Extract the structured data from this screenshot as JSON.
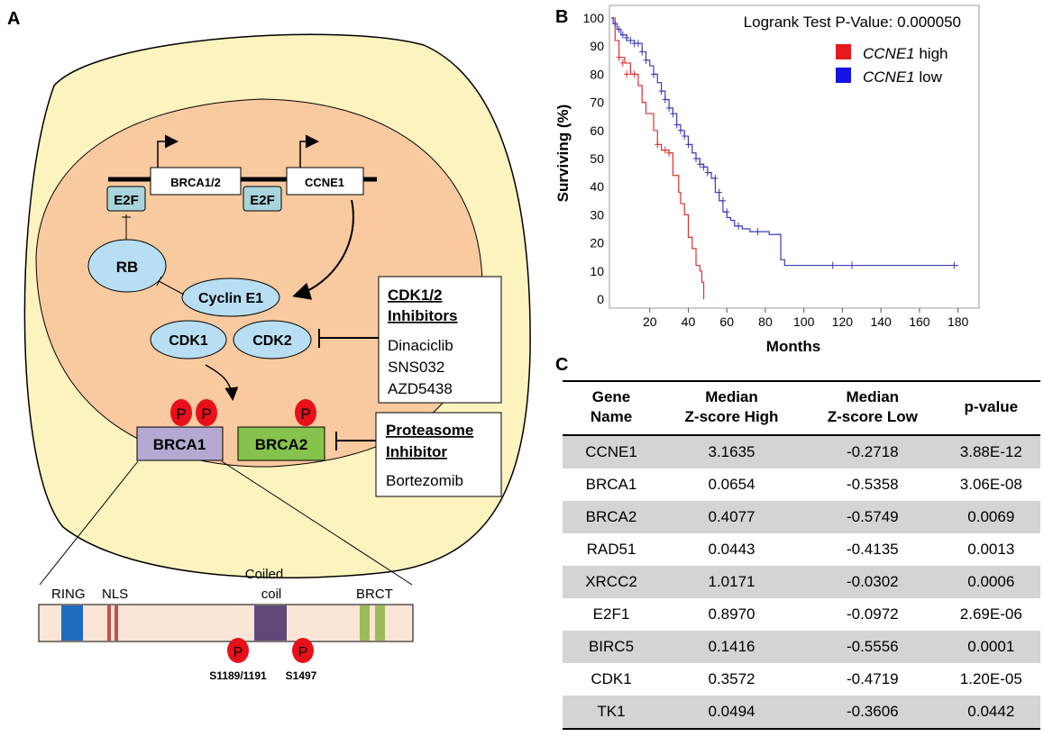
{
  "panels": {
    "a": "A",
    "b": "B",
    "c": "C"
  },
  "diagram": {
    "genes": {
      "brca12": "BRCA1/2",
      "ccne1": "CCNE1",
      "e2f_1": "E2F",
      "e2f_2": "E2F"
    },
    "proteins": {
      "rb": "RB",
      "cyclin_e1": "Cyclin E1",
      "cdk1": "CDK1",
      "cdk2": "CDK2",
      "brca1": "BRCA1",
      "brca2": "BRCA2"
    },
    "phospho": "P",
    "cdk_inhibitors": {
      "title_line1": "CDK1/2",
      "title_line2": "Inhibitors",
      "drugs": [
        "Dinaciclib",
        "SNS032",
        "AZD5438"
      ]
    },
    "proteasome_inhibitor": {
      "title_line1": "Proteasome",
      "title_line2": "Inhibitor",
      "drug": "Bortezomib"
    },
    "domains": {
      "ring": "RING",
      "nls": "NLS",
      "coiled_line1": "Coiled",
      "coiled_line2": "coil",
      "brct": "BRCT"
    },
    "sites": {
      "site1": "S1189/1191",
      "site2": "S1497"
    },
    "colors": {
      "cell": "#fdf3bf",
      "nucleus": "#f9c9a0",
      "brca1": "#b5a8d2",
      "brca2": "#86c34d",
      "protein": "#b7def2",
      "e2f": "#a8d4dc",
      "phospho": "#e8101a",
      "ring": "#1f6bbf",
      "nls": "#c0504d",
      "coiled": "#60497a",
      "brct": "#9bbb59",
      "bar": "#fbe5d6"
    }
  },
  "chart_data": {
    "type": "line",
    "title": "Logrank Test P-Value: 0.000050",
    "xlabel": "Months",
    "ylabel": "Surviving (%)",
    "xlim": [
      0,
      190
    ],
    "ylim": [
      0,
      100
    ],
    "xticks": [
      20,
      40,
      60,
      80,
      100,
      120,
      140,
      160,
      180
    ],
    "yticks": [
      0,
      10,
      20,
      30,
      40,
      50,
      60,
      70,
      80,
      90,
      100
    ],
    "legend_position": "top-right",
    "series": [
      {
        "name": "CCNE1 high",
        "color": "#e03030",
        "legend_italic": "CCNE1",
        "legend_suffix": " high",
        "x": [
          0,
          2,
          4,
          7,
          10,
          14,
          16,
          18,
          22,
          24,
          26,
          30,
          32,
          35,
          36,
          38,
          40,
          42,
          44,
          46,
          47,
          48
        ],
        "y": [
          100,
          92,
          86,
          84,
          80,
          76,
          70,
          66,
          60,
          55,
          53,
          52,
          44,
          38,
          34,
          30,
          22,
          18,
          12,
          10,
          6,
          0
        ],
        "censor_x": [
          4,
          6,
          8,
          12,
          24,
          28,
          30
        ],
        "censor_y": [
          86,
          84,
          80,
          80,
          55,
          53,
          52
        ]
      },
      {
        "name": "CCNE1 low",
        "color": "#3a3ab8",
        "legend_italic": "CCNE1",
        "legend_suffix": " low",
        "x": [
          0,
          1,
          3,
          5,
          8,
          12,
          16,
          18,
          20,
          22,
          24,
          26,
          28,
          30,
          32,
          34,
          36,
          38,
          40,
          42,
          44,
          46,
          48,
          50,
          52,
          54,
          56,
          58,
          60,
          62,
          64,
          68,
          72,
          76,
          82,
          88,
          90,
          110,
          130,
          150,
          180
        ],
        "y": [
          100,
          98,
          96,
          94,
          92,
          91,
          88,
          85,
          83,
          80,
          77,
          74,
          71,
          68,
          66,
          62,
          60,
          58,
          55,
          52,
          50,
          48,
          47,
          45,
          43,
          38,
          35,
          31,
          29,
          28,
          26,
          25,
          24,
          24,
          23,
          14,
          12,
          12,
          12,
          12,
          12
        ],
        "censor_x": [
          2,
          4,
          6,
          8,
          10,
          12,
          14,
          16,
          18,
          22,
          26,
          28,
          30,
          32,
          34,
          36,
          38,
          40,
          44,
          46,
          48,
          50,
          54,
          56,
          58,
          60,
          66,
          76,
          115,
          125,
          178
        ],
        "censor_y": [
          98,
          96,
          94,
          93,
          92,
          91,
          91,
          88,
          85,
          80,
          74,
          71,
          68,
          66,
          62,
          60,
          58,
          55,
          50,
          48,
          47,
          45,
          43,
          38,
          35,
          31,
          26,
          24,
          12,
          12,
          12
        ]
      }
    ]
  },
  "table": {
    "headers": [
      {
        "line1": "Gene",
        "line2": "Name"
      },
      {
        "line1": "Median",
        "line2": "Z-score High"
      },
      {
        "line1": "Median",
        "line2": "Z-score Low"
      },
      {
        "line1": "p-value",
        "line2": ""
      }
    ],
    "rows": [
      [
        "CCNE1",
        "3.1635",
        "-0.2718",
        "3.88E-12"
      ],
      [
        "BRCA1",
        "0.0654",
        "-0.5358",
        "3.06E-08"
      ],
      [
        "BRCA2",
        "0.4077",
        "-0.5749",
        "0.0069"
      ],
      [
        "RAD51",
        "0.0443",
        "-0.4135",
        "0.0013"
      ],
      [
        "XRCC2",
        "1.0171",
        "-0.0302",
        "0.0006"
      ],
      [
        "E2F1",
        "0.8970",
        "-0.0972",
        "2.69E-06"
      ],
      [
        "BIRC5",
        "0.1416",
        "-0.5556",
        "0.0001"
      ],
      [
        "CDK1",
        "0.3572",
        "-0.4719",
        "1.20E-05"
      ],
      [
        "TK1",
        "0.0494",
        "-0.3606",
        "0.0442"
      ]
    ]
  }
}
